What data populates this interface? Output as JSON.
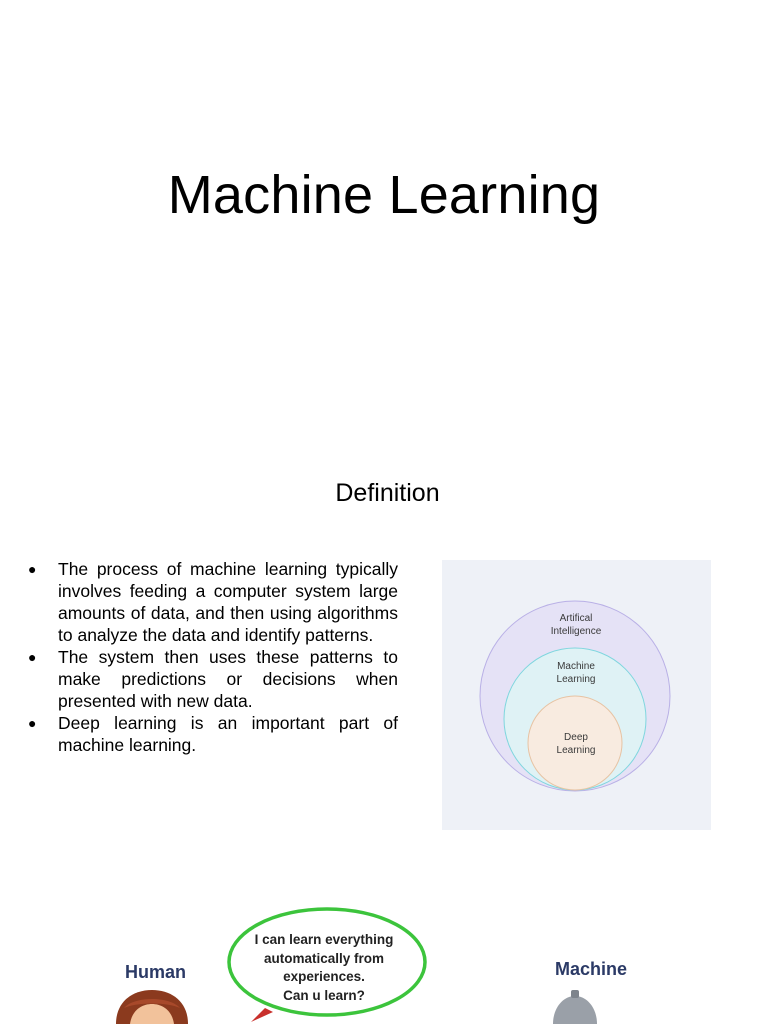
{
  "page": {
    "title": "Machine Learning",
    "section_heading": "Definition"
  },
  "bullets": [
    "The process of machine learning typically involves feeding a computer system large amounts of data, and then using algorithms to analyze the data and identify patterns.",
    "The system then uses these patterns to make predictions or decisions when presented with new data.",
    "Deep learning is an important part of machine learning."
  ],
  "bullet_symbol": "●",
  "venn": {
    "outer": [
      "Artifical",
      "Intelligence"
    ],
    "middle": [
      "Machine",
      "Learning"
    ],
    "inner": [
      "Deep",
      "Learning"
    ],
    "colors": {
      "panel_bg": "#eef1f7",
      "outer_fill": "#e5e2f6",
      "outer_stroke": "#b9b0e6",
      "middle_fill": "#dff2f5",
      "middle_stroke": "#7fd6de",
      "inner_fill": "#f8ebe0",
      "inner_stroke": "#e7c3a3"
    }
  },
  "cartoon": {
    "speech_bubble_lines": [
      "I can learn everything",
      "automatically from",
      "experiences.",
      "Can u learn?"
    ],
    "human_label": "Human",
    "machine_label": "Machine",
    "bubble_color": "#3cc43c",
    "label_color": "#2b3a66"
  }
}
